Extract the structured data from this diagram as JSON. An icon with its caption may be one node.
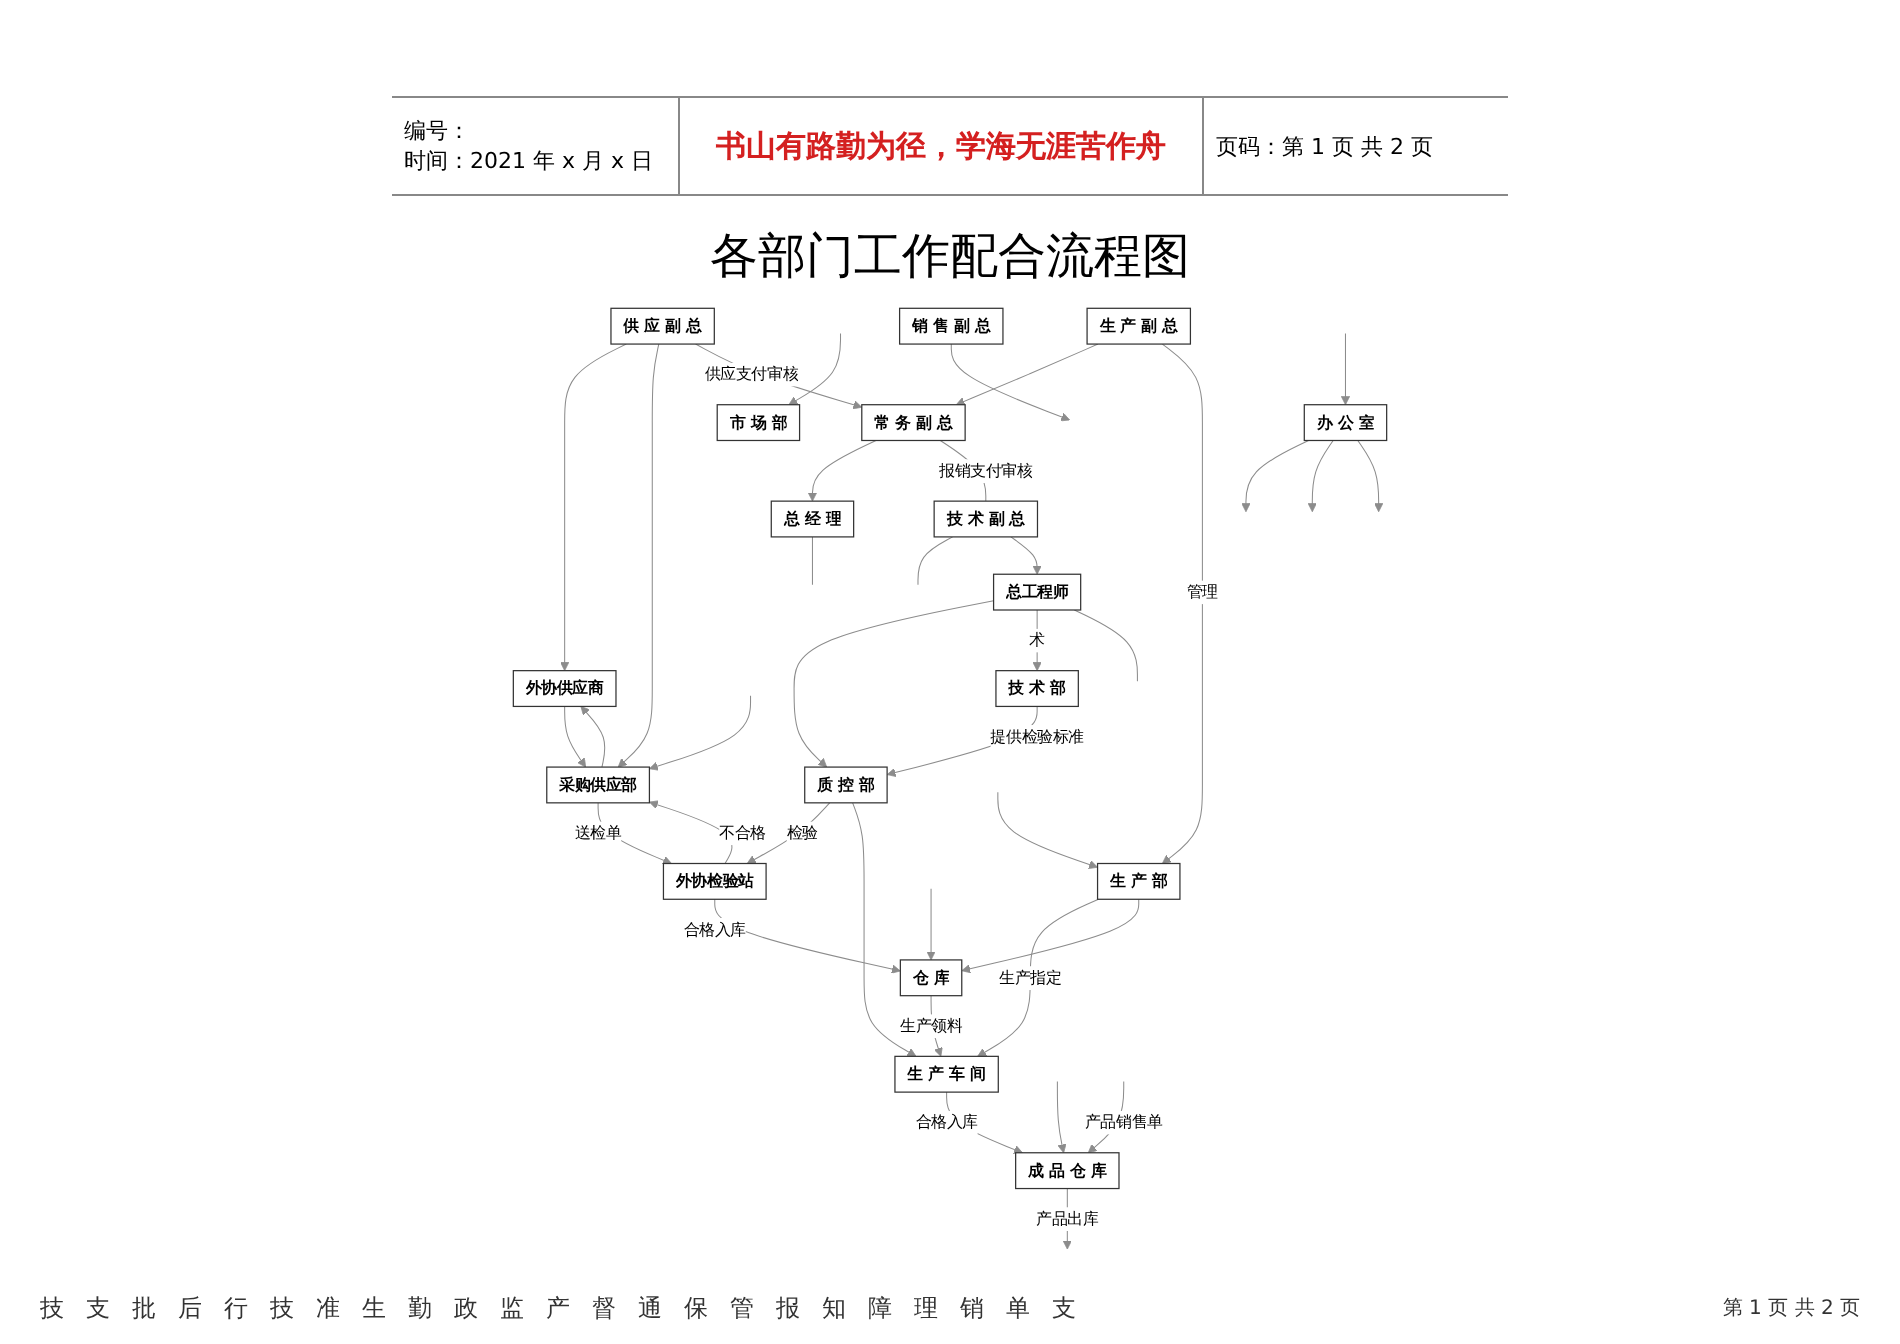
{
  "diagram": {
    "title": "各部门工作配合流程图",
    "nodes": [
      {
        "text": [
          "外协供应商"
        ]
      },
      {
        "text": [
          "供 应 副 总"
        ]
      },
      {
        "text": [
          "生 产 副 总"
        ]
      },
      {
        "text": [
          "采购供应部"
        ]
      },
      {
        "text": [
          "质 控 部"
        ]
      },
      {
        "text": [
          "总工程师"
        ]
      },
      {
        "text": [
          "技 术 副 总"
        ]
      },
      {
        "text": [
          "外协检验站"
        ]
      },
      {
        "text": [
          "技 术 部"
        ]
      },
      {
        "text": [
          "常 务 副 总"
        ]
      },
      {
        "text": [
          "仓 库"
        ]
      },
      {
        "text": [
          "生 产 部"
        ]
      },
      {
        "text": [
          "销 售 副 总"
        ]
      },
      {
        "text": [
          "生 产 车 间"
        ]
      },
      {
        "text": [
          "办 公 室"
        ]
      },
      {
        "text": [
          "总 经 理"
        ]
      },
      {
        "text": [
          "成 品 仓 库"
        ]
      },
      {
        "text": [
          "市 场 部"
        ]
      }
    ],
    "edges": [
      {
        "from": 1,
        "to": 0,
        "arrow": "to"
      },
      {
        "from": 1,
        "to": 3,
        "arrow": "to"
      },
      {
        "from": 0,
        "to": 3,
        "arrow": "to"
      },
      {
        "from": 3,
        "to": 0,
        "arrow": "to"
      },
      {
        "from": 3,
        "to": 7,
        "arrow": "to",
        "label": "送检单"
      },
      {
        "from": 7,
        "to": 3,
        "arrow": "to",
        "label": "不合格"
      },
      {
        "from": 7,
        "to": 10,
        "arrow": "to",
        "label": "合格入库"
      },
      {
        "from": 10,
        "to": 13,
        "arrow": "to",
        "label": "生产领料"
      },
      {
        "from": 13,
        "to": 16,
        "arrow": "to",
        "label": "合格入库"
      },
      {
        "from": 16,
        "to": null,
        "arrow": "to",
        "label": "产品出库"
      },
      {
        "from": null,
        "to": 3,
        "arrow": "to"
      },
      {
        "from": null,
        "to": 10,
        "arrow": "to"
      },
      {
        "from": null,
        "to": 16,
        "arrow": "to"
      },
      {
        "from": 1,
        "to": 9,
        "arrow": "to",
        "label": "供应支付审核"
      },
      {
        "from": 2,
        "to": 9,
        "arrow": "to"
      },
      {
        "from": 9,
        "to": 15,
        "arrow": "to"
      },
      {
        "from": 9,
        "to": 6,
        "arrow": "none",
        "label": "报销支付审核"
      },
      {
        "from": 6,
        "to": null,
        "arrow": "none"
      },
      {
        "from": 6,
        "to": 5,
        "arrow": "to"
      },
      {
        "from": 5,
        "to": 4,
        "arrow": "to"
      },
      {
        "from": 5,
        "to": 8,
        "arrow": "to",
        "label": "术"
      },
      {
        "from": 5,
        "to": null,
        "arrow": "none"
      },
      {
        "from": 8,
        "to": 4,
        "arrow": "to",
        "label": "提供检验标准"
      },
      {
        "from": 4,
        "to": 7,
        "arrow": "to",
        "label": "检验"
      },
      {
        "from": 4,
        "to": 13,
        "arrow": "to"
      },
      {
        "from": 2,
        "to": 11,
        "arrow": "to",
        "label": "管理"
      },
      {
        "from": 11,
        "to": 13,
        "arrow": "to",
        "label": "生产指定"
      },
      {
        "from": 11,
        "to": 10,
        "arrow": "to"
      },
      {
        "from": null,
        "to": 16,
        "arrow": "to",
        "label": "产品销售单"
      },
      {
        "from": null,
        "to": 11,
        "arrow": "to"
      },
      {
        "from": null,
        "to": 14,
        "arrow": "to"
      },
      {
        "from": 14,
        "to": null,
        "arrow": "to"
      },
      {
        "from": 14,
        "to": null,
        "arrow": "to"
      },
      {
        "from": 14,
        "to": null,
        "arrow": "to"
      },
      {
        "from": null,
        "to": 17,
        "arrow": "to"
      },
      {
        "from": 12,
        "to": null,
        "arrow": "to"
      },
      {
        "from": 15,
        "to": null,
        "arrow": "none"
      }
    ],
    "labels": [
      "编号：",
      "时间：2021 年 x 月 x 日",
      "书山有路勤为径，学海无涯苦作舟",
      "页码：第 1 页 共 2 页",
      "技",
      "支",
      "批",
      "后",
      "行",
      "技",
      "准",
      "生",
      "勤",
      "政",
      "监",
      "产",
      "督",
      "通",
      "保",
      "管",
      "报",
      "知",
      "障",
      "理",
      "销",
      "单",
      "支",
      "第 1 页 共 2 页"
    ]
  }
}
